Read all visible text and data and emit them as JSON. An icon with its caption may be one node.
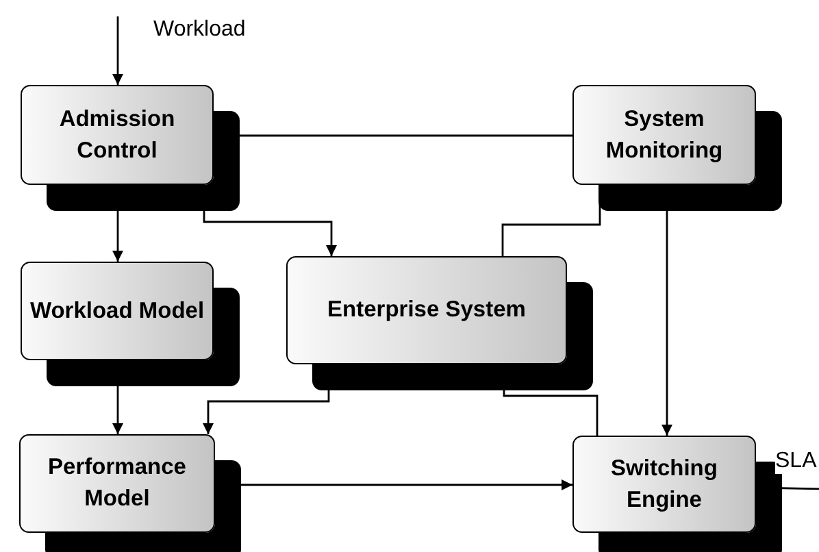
{
  "diagram": {
    "nodes": [
      {
        "text": [
          "Admission Control"
        ]
      },
      {
        "text": [
          "System Monitoring"
        ]
      },
      {
        "text": [
          "Workload Model"
        ]
      },
      {
        "text": [
          "Enterprise System"
        ]
      },
      {
        "text": [
          "Performance Model"
        ]
      },
      {
        "text": [
          "Switching Engine"
        ]
      }
    ],
    "edges": [
      {
        "from": null,
        "to": 0,
        "arrow": "to",
        "label": "Workload"
      },
      {
        "from": 0,
        "to": 1,
        "arrow": "none"
      },
      {
        "from": 0,
        "to": 2,
        "arrow": "to"
      },
      {
        "from": 0,
        "to": 3,
        "arrow": "to"
      },
      {
        "from": 1,
        "to": 3,
        "arrow": "none"
      },
      {
        "from": 1,
        "to": 5,
        "arrow": "to"
      },
      {
        "from": 2,
        "to": 4,
        "arrow": "to"
      },
      {
        "from": 3,
        "to": 4,
        "arrow": "to"
      },
      {
        "from": 3,
        "to": 5,
        "arrow": "none"
      },
      {
        "from": 4,
        "to": 5,
        "arrow": "to"
      },
      {
        "from": 5,
        "to": null,
        "arrow": "none",
        "label": "SLA"
      }
    ]
  }
}
